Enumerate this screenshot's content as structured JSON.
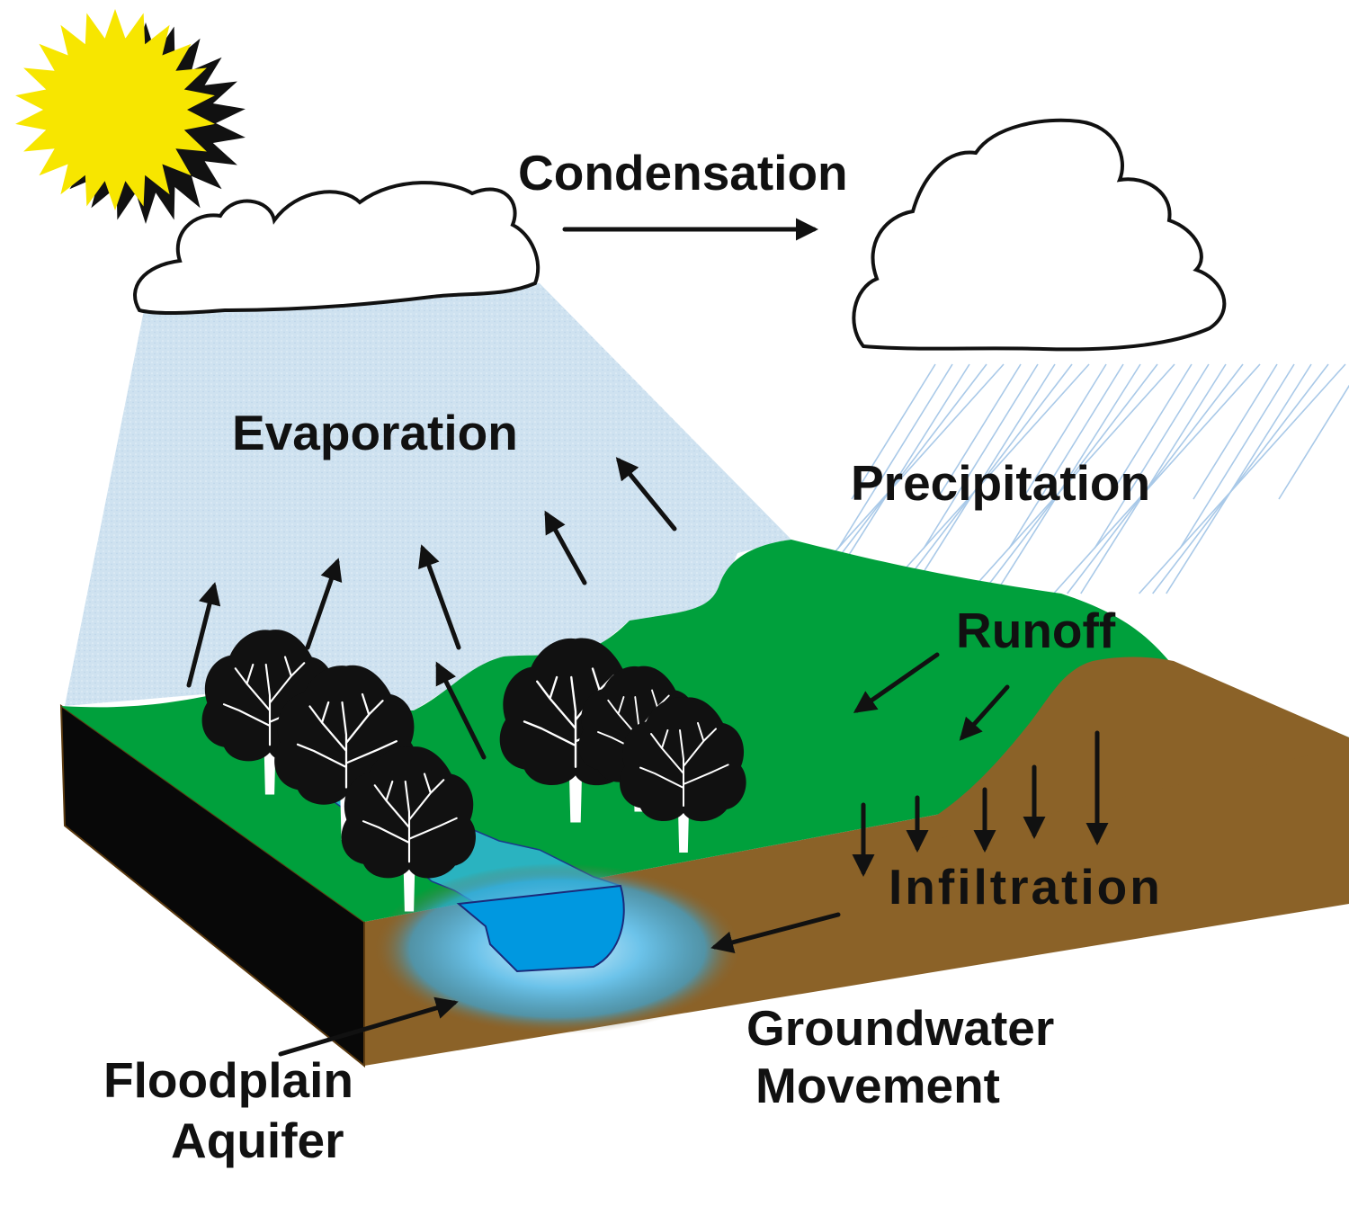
{
  "labels": {
    "condensation": "Condensation",
    "evaporation": "Evaporation",
    "precipitation": "Precipitation",
    "runoff": "Runoff",
    "infiltration": "Infiltration",
    "groundwater_line1": "Groundwater",
    "groundwater_line2": "Movement",
    "aquifer_line1": "Floodplain",
    "aquifer_line2": "Aquifer"
  },
  "icons": {
    "sun": "sun-icon",
    "cloud": "cloud-icon",
    "tree": "tree-icon"
  },
  "colors": {
    "sun": "#f7e600",
    "sky_haze": "#cfe2f0",
    "rain": "#a9c9e8",
    "grass": "#00a03c",
    "soil": "#8b6228",
    "soil_side": "#080808",
    "river": "#2ab3c0",
    "pond": "#0098e0",
    "aquifer": "#6cc3ea",
    "arrow": "#111111"
  }
}
